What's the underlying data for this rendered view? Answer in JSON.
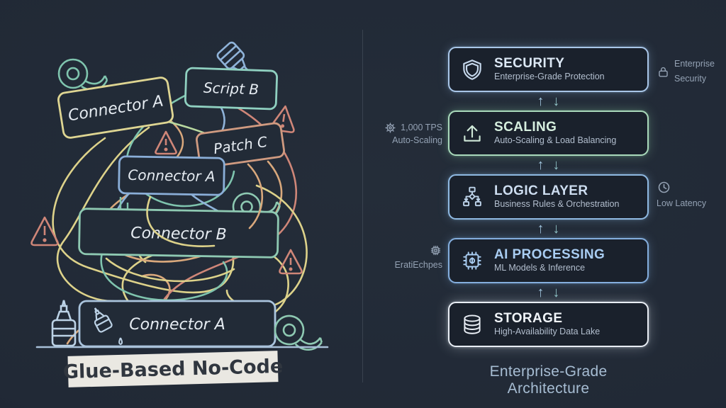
{
  "left_panel": {
    "caption": "Glue-Based No-Code",
    "boxes": [
      {
        "label": "Connector A",
        "color": "#ded592"
      },
      {
        "label": "Script B",
        "color": "#8fd0c0"
      },
      {
        "label": "Patch C",
        "color": "#cf9a80"
      },
      {
        "label": "Connector A",
        "color": "#8aaed8"
      },
      {
        "label": "Connector B",
        "color": "#8ec9b2"
      },
      {
        "label": "Connector A",
        "color": "#aac4dd"
      }
    ],
    "decor_icons": [
      "tape-roll-icon",
      "glue-bottle-icon",
      "warning-triangle-icon",
      "glue-drip-icon"
    ],
    "wire_colors": [
      "#ddd28a",
      "#d9a87c",
      "#cf8678",
      "#7fc4ae",
      "#8fb3d9",
      "#b9d9a0"
    ],
    "caption_bg": "#eae8e2",
    "caption_text_color": "#30363f"
  },
  "right_panel": {
    "caption": "Enterprise-Grade Architecture",
    "layers": [
      {
        "title": "SECURITY",
        "subtitle": "Enterprise-Grade Protection",
        "icon": "shield-icon",
        "accent": "#a9c6e8"
      },
      {
        "title": "SCALING",
        "subtitle": "Auto-Scaling & Load Balancing",
        "icon": "upload-icon",
        "accent": "#a9d9bb"
      },
      {
        "title": "LOGIC LAYER",
        "subtitle": "Business Rules & Orchestration",
        "icon": "flowchart-icon",
        "accent": "#8fb9e2"
      },
      {
        "title": "AI PROCESSING",
        "subtitle": "ML Models & Inference",
        "icon": "chip-icon",
        "accent": "#84aede"
      },
      {
        "title": "STORAGE",
        "subtitle": "High-Availability Data Lake",
        "icon": "database-icon",
        "accent": "#e9eef5"
      }
    ],
    "annotations": {
      "scaling": {
        "icon": "gear-icon",
        "line1": "1,000 TPS",
        "line2": "Auto-Scaling"
      },
      "ai": {
        "icon": "chip-icon",
        "line1": "EratiEchpes"
      },
      "security": {
        "icon": "lock-icon",
        "line1": "Enterprise",
        "line2": "Security"
      },
      "latency": {
        "icon": "clock-icon",
        "line1": "Low Latency"
      }
    },
    "arrows": {
      "up": "↑",
      "down": "↓"
    }
  }
}
